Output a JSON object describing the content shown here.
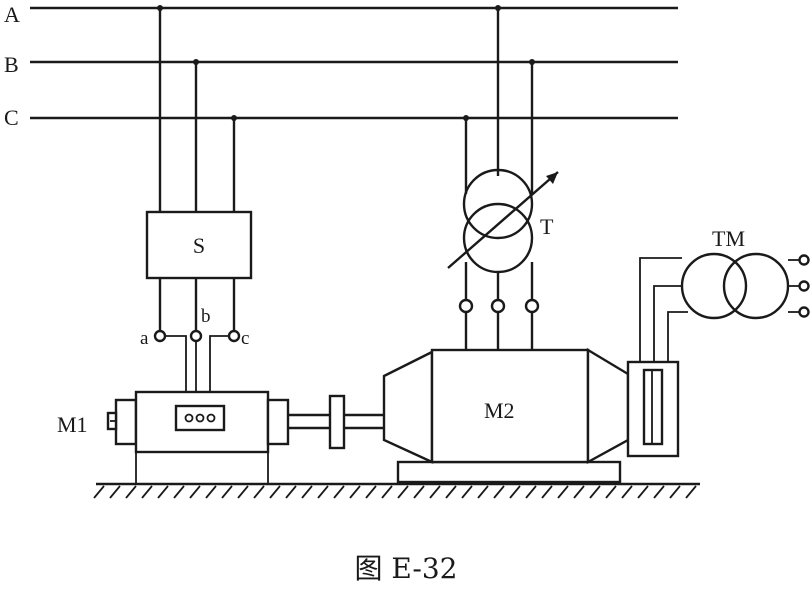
{
  "buses": [
    "A",
    "B",
    "C"
  ],
  "switch_label": "S",
  "terminals": [
    "a",
    "b",
    "c"
  ],
  "motor1_label": "M1",
  "motor2_label": "M2",
  "transformer_label": "T",
  "tm_label": "TM",
  "caption": "图 E-32"
}
